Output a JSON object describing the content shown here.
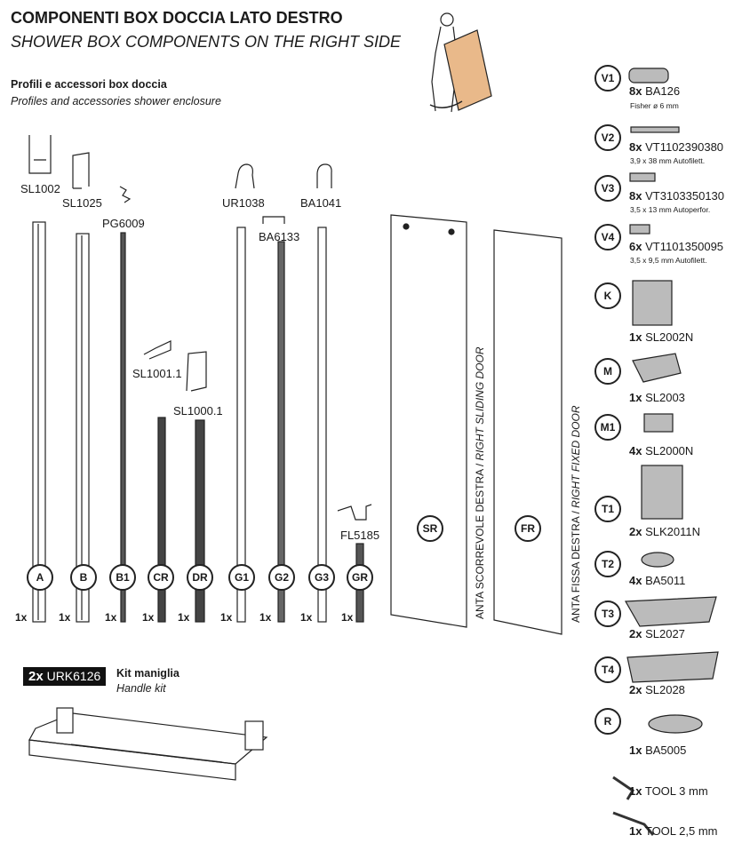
{
  "title_it": "COMPONENTI BOX DOCCIA LATO DESTRO",
  "title_en": "SHOWER BOX COMPONENTS ON THE RIGHT SIDE",
  "section_it": "Profili e accessori box doccia",
  "section_en": "Profiles and accessories shower enclosure",
  "profiles": [
    {
      "code": "A",
      "qty": "1x"
    },
    {
      "code": "B",
      "qty": "1x"
    },
    {
      "code": "B1",
      "qty": "1x"
    },
    {
      "code": "CR",
      "qty": "1x"
    },
    {
      "code": "DR",
      "qty": "1x"
    },
    {
      "code": "G1",
      "qty": "1x"
    },
    {
      "code": "G2",
      "qty": "1x"
    },
    {
      "code": "G3",
      "qty": "1x"
    },
    {
      "code": "GR",
      "qty": "1x"
    }
  ],
  "profile_codes": [
    "SL1002",
    "SL1025",
    "PG6009",
    "UR1038",
    "BA6133",
    "BA1041",
    "SL1001.1",
    "SL1000.1",
    "FL5185"
  ],
  "panels": [
    {
      "code": "SR",
      "label": "ANTA SCORREVOLE DESTRA / ",
      "label_en": "RIGHT SLIDING DOOR"
    },
    {
      "code": "FR",
      "label": "ANTA FISSA DESTRA / ",
      "label_en": "RIGHT FIXED DOOR"
    }
  ],
  "parts": [
    {
      "code": "V1",
      "qty": "8x",
      "name": "BA126",
      "desc": "Fisher ø 6 mm"
    },
    {
      "code": "V2",
      "qty": "8x",
      "name": "VT1102390380",
      "desc": "3,9 x 38 mm Autofilett."
    },
    {
      "code": "V3",
      "qty": "8x",
      "name": "VT3103350130",
      "desc": "3,5 x 13 mm Autoperfor."
    },
    {
      "code": "V4",
      "qty": "6x",
      "name": "VT1101350095",
      "desc": "3,5 x 9,5 mm Autofilett."
    },
    {
      "code": "K",
      "qty": "1x",
      "name": "SL2002N"
    },
    {
      "code": "M",
      "qty": "1x",
      "name": "SL2003"
    },
    {
      "code": "M1",
      "qty": "4x",
      "name": "SL2000N"
    },
    {
      "code": "T1",
      "qty": "2x",
      "name": "SLK2011N"
    },
    {
      "code": "T2",
      "qty": "4x",
      "name": "BA5011"
    },
    {
      "code": "T3",
      "qty": "2x",
      "name": "SL2027"
    },
    {
      "code": "T4",
      "qty": "2x",
      "name": "SL2028"
    },
    {
      "code": "R",
      "qty": "1x",
      "name": "BA5005"
    },
    {
      "code": "",
      "qty": "1x",
      "name": "TOOL 3 mm"
    },
    {
      "code": "",
      "qty": "1x",
      "name": "TOOL 2,5 mm"
    }
  ],
  "kit": {
    "qty": "2x",
    "code": "URK6126",
    "name_it": "Kit maniglia",
    "name_en": "Handle kit"
  }
}
